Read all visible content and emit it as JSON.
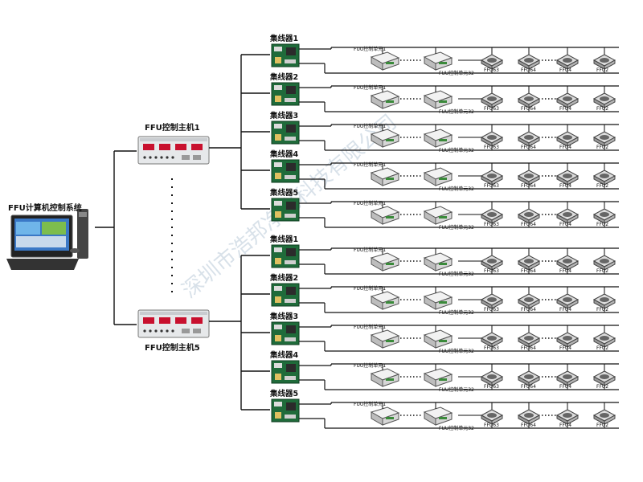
{
  "computer": {
    "label": "FFU计算机控制系统"
  },
  "hosts": [
    {
      "label": "FFU控制主机1"
    },
    {
      "label": "FFU控制主机5"
    }
  ],
  "concentrator_labels": [
    "集线器1",
    "集线器2",
    "集线器3",
    "集线器4",
    "集线器5"
  ],
  "chain": {
    "unit_first": "FUU控制单元1",
    "unit_last": "FUU控制单元32",
    "ffu_labels": [
      "FFU63",
      "FFU64",
      "FFU4",
      "FFU2"
    ]
  },
  "watermark": "深圳市浩邦净化科技有限公司",
  "colors": {
    "line": "#111111",
    "board_green": "#1f6b3a",
    "host_display": "#c8102e",
    "watermark": "#b9c9d8"
  }
}
